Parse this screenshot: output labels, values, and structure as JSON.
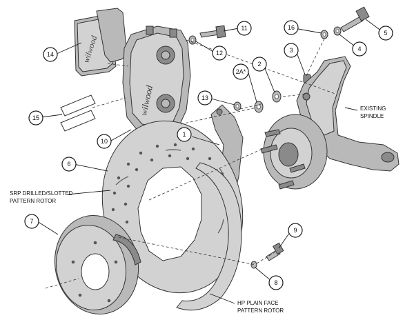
{
  "callouts": [
    {
      "id": "1",
      "label": "1"
    },
    {
      "id": "2",
      "label": "2"
    },
    {
      "id": "2a",
      "label": "2A*"
    },
    {
      "id": "3",
      "label": "3"
    },
    {
      "id": "4",
      "label": "4"
    },
    {
      "id": "5",
      "label": "5"
    },
    {
      "id": "6",
      "label": "6"
    },
    {
      "id": "7",
      "label": "7"
    },
    {
      "id": "8",
      "label": "8"
    },
    {
      "id": "9",
      "label": "9"
    },
    {
      "id": "10",
      "label": "10"
    },
    {
      "id": "11",
      "label": "11"
    },
    {
      "id": "12",
      "label": "12"
    },
    {
      "id": "13",
      "label": "13"
    },
    {
      "id": "14",
      "label": "14"
    },
    {
      "id": "15",
      "label": "15"
    },
    {
      "id": "16",
      "label": "16"
    }
  ],
  "labels": {
    "spindle_line1": "EXISTING",
    "spindle_line2": "SPINDLE",
    "srp_line1": "SRP DRILLED/SLOTTED",
    "srp_line2": "PATTERN ROTOR",
    "hp_line1": "HP PLAIN FACE",
    "hp_line2": "PATTERN ROTOR"
  },
  "branding": {
    "caliper_logo": "wilwood",
    "pad_logo": "wilwood"
  }
}
